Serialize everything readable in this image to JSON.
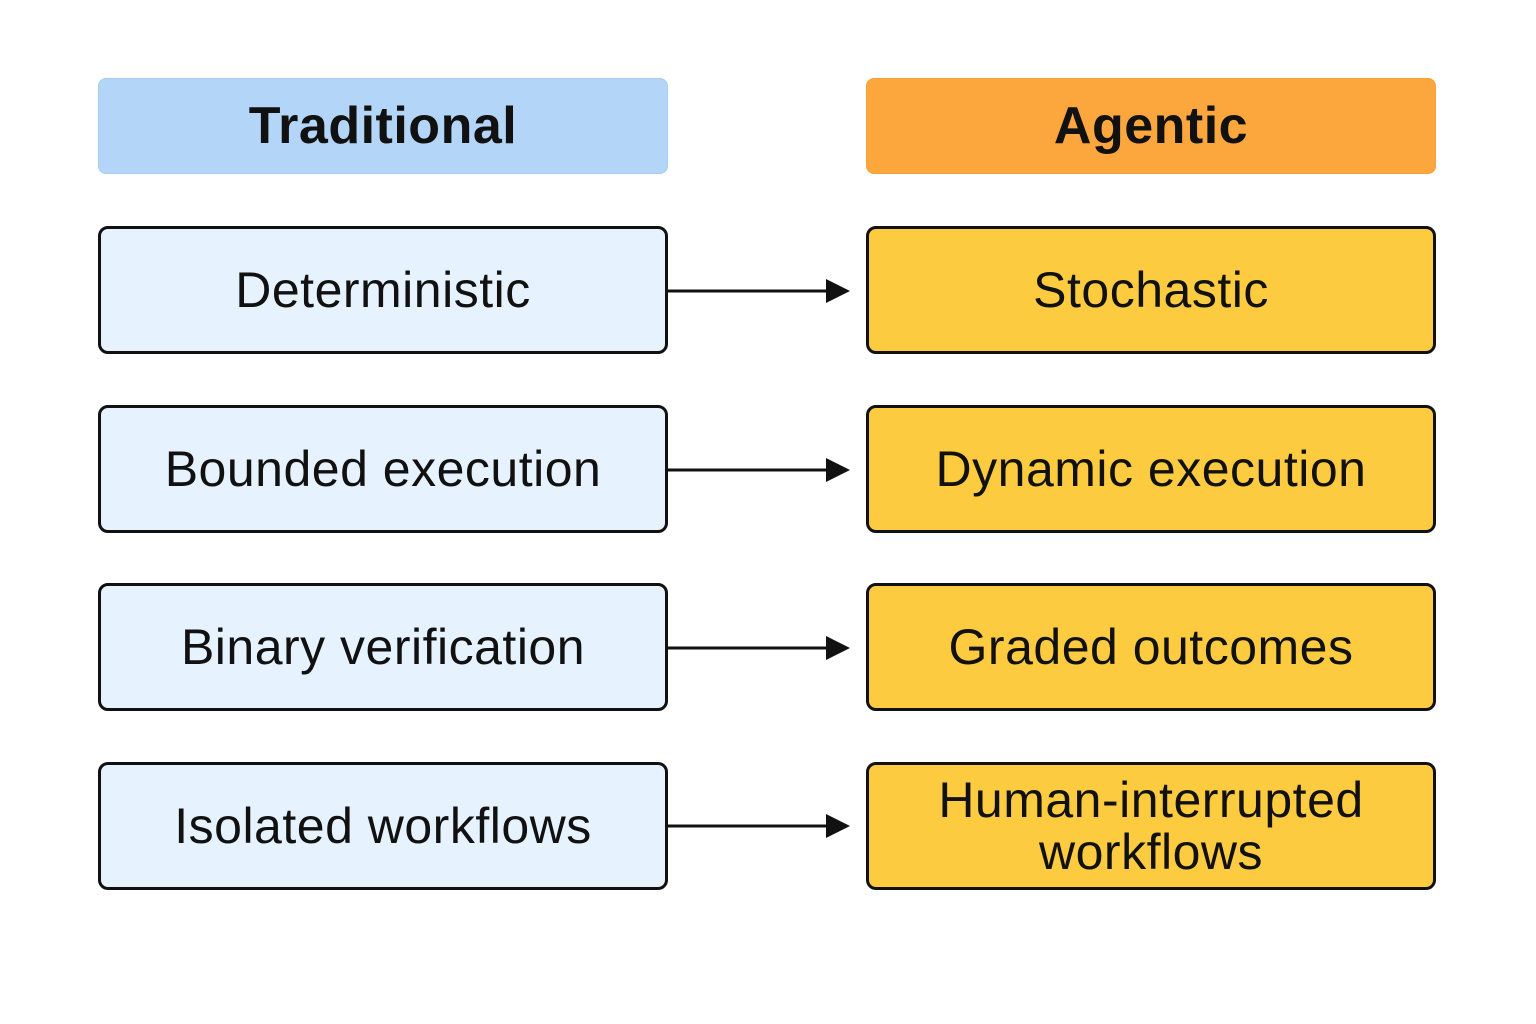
{
  "columns": {
    "traditional": {
      "title": "Traditional",
      "color": "#b3d5f8"
    },
    "agentic": {
      "title": "Agentic",
      "color": "#fca73d"
    }
  },
  "rows": [
    {
      "traditional": "Deterministic",
      "agentic": "Stochastic"
    },
    {
      "traditional": "Bounded execution",
      "agentic": "Dynamic execution"
    },
    {
      "traditional": "Binary verification",
      "agentic": "Graded outcomes"
    },
    {
      "traditional": "Isolated workflows",
      "agentic": "Human-interrupted workflows"
    }
  ],
  "colors": {
    "traditional_box_fill": "#e6f2fd",
    "agentic_box_fill": "#fccb3f",
    "stroke": "#111111"
  }
}
